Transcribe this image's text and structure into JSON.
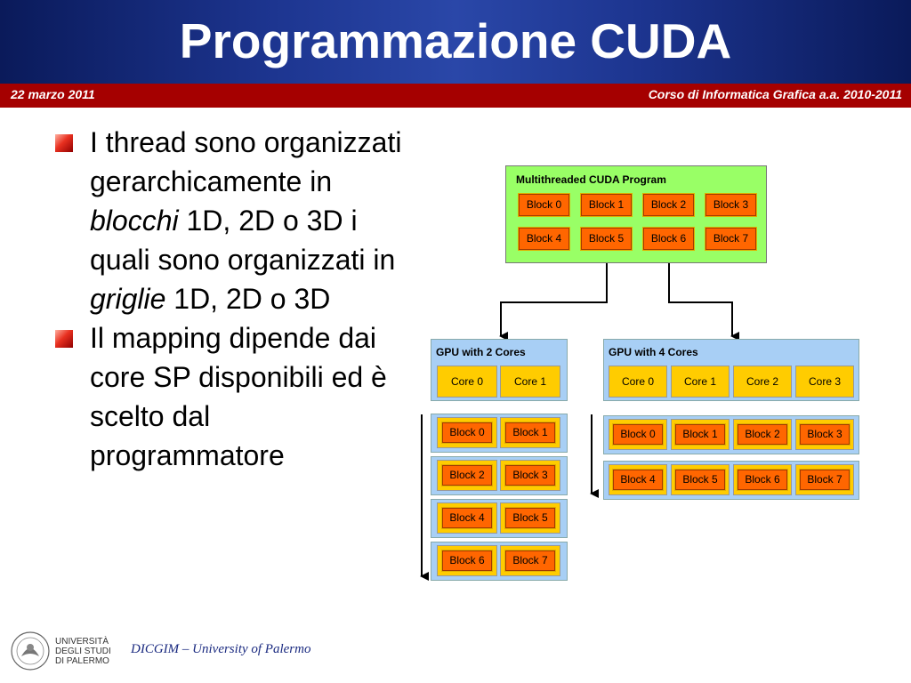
{
  "header": {
    "title": "Programmazione CUDA",
    "date": "22 marzo 2011",
    "course": "Corso di Informatica Grafica a.a. 2010-2011"
  },
  "bullets": [
    {
      "text_before": "I thread sono organizzati gerarchicamente in ",
      "italic": "blocchi",
      "text_mid": " 1D, 2D o 3D i quali sono organizzati in ",
      "italic2": "griglie",
      "text_after": " 1D, 2D o 3D"
    },
    {
      "text": "Il mapping dipende dai core SP disponibili ed è scelto dal programmatore"
    }
  ],
  "footer": {
    "logo_text": "UNIVERSITÀ DEGLI STUDI DI PALERMO",
    "text": "DICGIM – University of Palermo"
  },
  "diagram": {
    "program_title": "Multithreaded CUDA Program",
    "program_blocks": [
      "Block 0",
      "Block 1",
      "Block 2",
      "Block 3",
      "Block 4",
      "Block 5",
      "Block 6",
      "Block 7"
    ],
    "gpu2": {
      "title": "GPU with 2 Cores",
      "cores": [
        "Core 0",
        "Core 1"
      ],
      "rows": [
        [
          "Block 0",
          "Block 1"
        ],
        [
          "Block 2",
          "Block 3"
        ],
        [
          "Block 4",
          "Block 5"
        ],
        [
          "Block 6",
          "Block 7"
        ]
      ]
    },
    "gpu4": {
      "title": "GPU with 4 Cores",
      "cores": [
        "Core 0",
        "Core 1",
        "Core 2",
        "Core 3"
      ],
      "rows": [
        [
          "Block 0",
          "Block 1",
          "Block 2",
          "Block 3"
        ],
        [
          "Block 4",
          "Block 5",
          "Block 6",
          "Block 7"
        ]
      ]
    },
    "colors": {
      "program_bg": "#99ff66",
      "gpu_bg": "#a8cff5",
      "core": "#ffcc00",
      "block": "#ff6600"
    }
  }
}
